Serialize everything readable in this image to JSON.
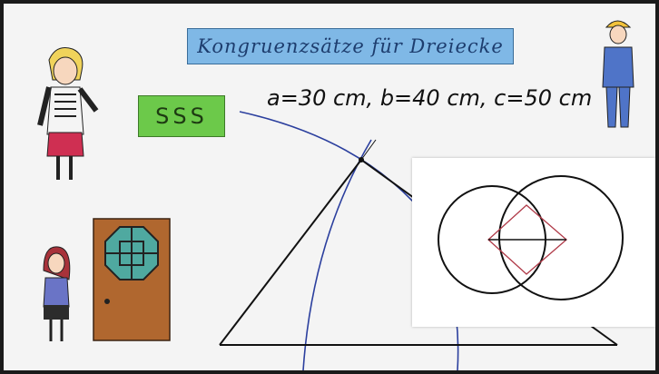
{
  "title": "Kongruenzsätze für Dreiecke",
  "badge": {
    "label": "SSS"
  },
  "side_lengths": {
    "text": "a=30 cm, b=40 cm, c=50 cm",
    "a": "30 cm",
    "b": "40 cm",
    "c": "50 cm"
  },
  "colors": {
    "title_bg": "#7fb8e6",
    "badge_bg": "#6cc94a",
    "arc": "#2b3f9e",
    "inner_quad": "#b03a48",
    "door": "#b0672f",
    "door_window": "#4fa9a0"
  },
  "characters": [
    "girl-blonde-icon",
    "girl-red-hair-icon",
    "worker-helmet-icon",
    "door-icon"
  ]
}
